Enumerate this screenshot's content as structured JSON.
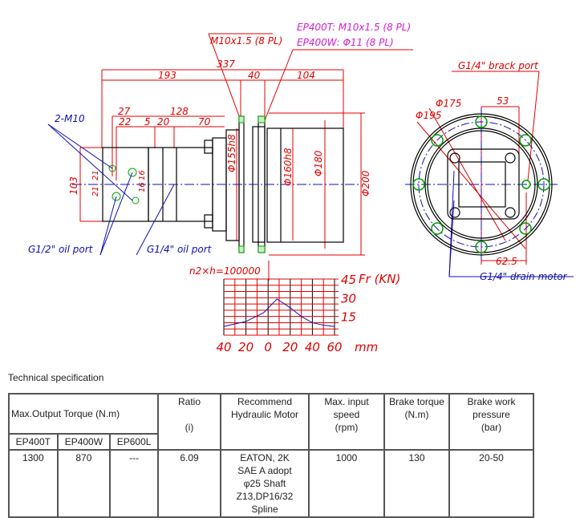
{
  "drawing": {
    "callouts": {
      "m10_8pl": "M10x1.5 (8 PL)",
      "ep400t": "EP400T: M10x1.5 (8 PL)",
      "ep400w": "EP400W: Φ11 (8 PL)",
      "m10_2": "2-M10",
      "oil_half": "G1/2\" oil port",
      "oil_quarter": "G1/4\" oil port",
      "brack_port": "G1/4\" brack port",
      "drain_motor": "G1/4\" drain motor"
    },
    "dims": {
      "d337": "337",
      "d193": "193",
      "d40": "40",
      "d104": "104",
      "d27": "27",
      "d128": "128",
      "d22": "22",
      "d5": "5",
      "d20": "20",
      "d70": "70",
      "d103": "103",
      "d21a": "21",
      "d21b": "21",
      "d16": "16",
      "d16b": "16",
      "phi155": "Φ155h8",
      "phi160": "Φ160h8",
      "phi180": "Φ180",
      "phi200": "Φ200",
      "phi175": "Φ175",
      "phi195": "Φ195",
      "d53": "53",
      "d625": "62.5"
    }
  },
  "chart_data": {
    "type": "line",
    "title": "n2×h=100000",
    "ylabel": "Fr (KN)",
    "xlabel": "mm",
    "yticks": [
      "45",
      "30",
      "15"
    ],
    "xticks": [
      "40",
      "20",
      "0",
      "20",
      "40",
      "60"
    ],
    "xlim": [
      -40,
      60
    ],
    "ylim": [
      0,
      45
    ],
    "series": [
      {
        "name": "Fr",
        "x": [
          -40,
          -20,
          -4,
          8,
          20,
          30,
          40,
          50,
          60
        ],
        "y": [
          7,
          11,
          18,
          29,
          22,
          15,
          10,
          8,
          7
        ]
      }
    ]
  },
  "spec": {
    "title": "Technical specification",
    "headers": {
      "torque": "Max.Output Torque (N.m)",
      "ratio": "Ratio",
      "ratio_unit": "(i)",
      "motor": "Recommend Hydraulic Motor",
      "speed": "Max. input speed",
      "speed_unit": "(rpm)",
      "brake": "Brake torque",
      "brake_unit": "(N.m)",
      "pressure": "Brake work pressure",
      "pressure_unit": "(bar)"
    },
    "models": [
      "EP400T",
      "EP400W",
      "EP600L"
    ],
    "row": {
      "t1": "1300",
      "t2": "870",
      "t3": "---",
      "ratio": "6.09",
      "motor": [
        "EATON, 2K",
        "SAE A adopt",
        "φ25 Shaft",
        "Z13,DP16/32",
        "Spline"
      ],
      "speed": "1000",
      "brake": "130",
      "pressure": "20-50"
    }
  }
}
